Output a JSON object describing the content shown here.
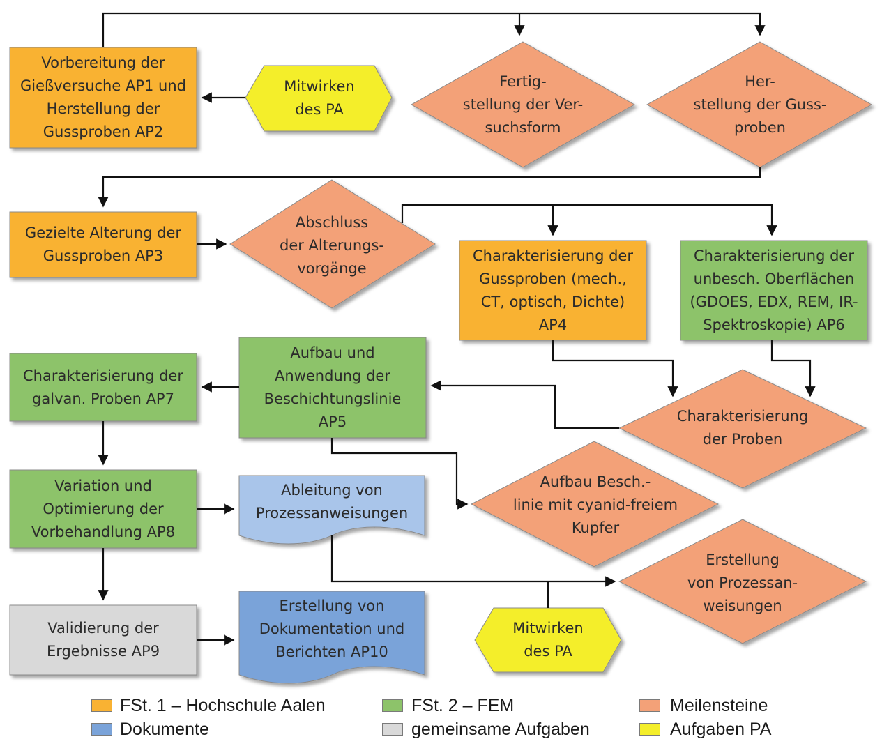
{
  "colors": {
    "orange": "#f9b233",
    "green": "#8dc36a",
    "salmon": "#f3a178",
    "blue_light": "#a9c5ea",
    "blue_dark": "#7aa3d9",
    "gray": "#d9d9d9",
    "yellow": "#f4ee2a"
  },
  "nodes": {
    "ap1_ap2": "Vorbereitung der\nGießversuche AP1 und\nHerstellung der\nGussproben AP2",
    "mitwirken_pa_top": "Mitwirken\ndes PA",
    "ms_versuchsform": "Fertig-\nstellung der Ver-\nsuchsform",
    "ms_gussproben": "Her-\nstellung der Guss-\nproben",
    "ap3": "Gezielte Alterung der\nGussproben AP3",
    "ms_alterung": "Abschluss\nder Alterungs-\nvorgänge",
    "ap4": "Charakterisierung der\nGussproben (mech.,\nCT, optisch, Dichte)\nAP4",
    "ap6": "Charakterisierung der\nunbesch. Oberflächen\n(GDOES, EDX, REM, IR-\nSpektroskopie) AP6",
    "ap7": "Charakterisierung der\ngalvan. Proben AP7",
    "ap5": "Aufbau und\nAnwendung der\nBeschichtungslinie\nAP5",
    "ms_proben": "Charakterisierung\nder Proben",
    "ms_kupfer": "Aufbau Besch.-\nlinie mit cyanid-freiem\nKupfer",
    "ap8": "Variation und\nOptimierung der\nVorbehandlung AP8",
    "doc_prozess": "Ableitung von\nProzessanweisungen",
    "ms_prozess": "Erstellung\nvon Prozessan-\nweisungen",
    "ap9": "Validierung der\nErgebnisse AP9",
    "ap10": "Erstellung von\nDokumentation und\nBerichten AP10",
    "mitwirken_pa_bottom": "Mitwirken\ndes PA"
  },
  "legend": [
    {
      "label": "FSt. 1 – Hochschule Aalen",
      "color": "#f9b233"
    },
    {
      "label": "FSt. 2 – FEM",
      "color": "#8dc36a"
    },
    {
      "label": "Meilensteine",
      "color": "#f3a178"
    },
    {
      "label": "Dokumente",
      "color": "#7aa3d9"
    },
    {
      "label": "gemeinsame Aufgaben",
      "color": "#d9d9d9"
    },
    {
      "label": "Aufgaben PA",
      "color": "#f4ee2a"
    }
  ]
}
